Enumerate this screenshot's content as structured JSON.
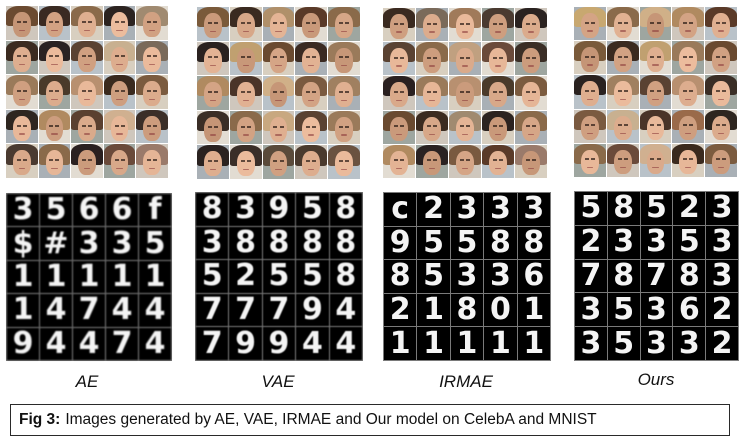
{
  "figure": {
    "panels": [
      {
        "label": "AE",
        "faces": [
          "#6b4a30",
          "#3a2a22",
          "#8a6a4a",
          "#2c2320",
          "#a08a70",
          "#3b2b20",
          "#2a2222",
          "#5a4232",
          "#c8b090",
          "#7a6a5a",
          "#9a7a5a",
          "#4a3a2a",
          "#b89070",
          "#3a2a1e",
          "#7b5b3f",
          "#2e2620",
          "#b08a60",
          "#5a4030",
          "#d0b090",
          "#3a2e28",
          "#4a3a30",
          "#8a6a4a",
          "#2a2020",
          "#6a4a3a",
          "#9a7a6a"
        ],
        "digits": [
          "3",
          "5",
          "6",
          "6",
          "f",
          "$",
          "#",
          "3",
          "3",
          "5",
          "1",
          "1",
          "1",
          "1",
          "1",
          "1",
          "4",
          "7",
          "4",
          "4",
          "9",
          "4",
          "4",
          "7",
          "4"
        ]
      },
      {
        "label": "VAE",
        "faces": [
          "#7a5a3a",
          "#3a2a20",
          "#b0906a",
          "#5a3a28",
          "#8a6a4a",
          "#2a2220",
          "#c0a070",
          "#6a4a30",
          "#3a2a22",
          "#9a7a5a",
          "#b08a60",
          "#4a3428",
          "#d0b088",
          "#7a5a40",
          "#a08060",
          "#3a2e26",
          "#8a6a4a",
          "#c8a880",
          "#5a4232",
          "#9a7a5a",
          "#2a2220",
          "#3a2e28",
          "#5a4a3a",
          "#4a3a2e",
          "#6a5240"
        ],
        "digits": [
          "8",
          "3",
          "9",
          "5",
          "8",
          "3",
          "8",
          "8",
          "8",
          "8",
          "5",
          "2",
          "5",
          "5",
          "8",
          "7",
          "7",
          "7",
          "9",
          "4",
          "7",
          "9",
          "9",
          "4",
          "4"
        ]
      },
      {
        "label": "IRMAE",
        "faces": [
          "#3a2a20",
          "#7a6a5a",
          "#a07a5a",
          "#4a3a30",
          "#2a2220",
          "#5a4232",
          "#8a6a4a",
          "#c0a080",
          "#6a4a3a",
          "#3a2e26",
          "#2a2020",
          "#9a7a5a",
          "#b89070",
          "#4a3a2a",
          "#7b5b3f",
          "#6a4a30",
          "#3b2b20",
          "#a08a70",
          "#2c2320",
          "#8a6a4a",
          "#b08a60",
          "#2a2222",
          "#7a5a40",
          "#5a3a28",
          "#9a7a6a"
        ],
        "digits": [
          "c",
          "2",
          "3",
          "3",
          "3",
          "9",
          "5",
          "5",
          "8",
          "8",
          "8",
          "5",
          "3",
          "3",
          "6",
          "2",
          "1",
          "8",
          "0",
          "1",
          "1",
          "1",
          "1",
          "1",
          "1"
        ]
      },
      {
        "label": "Ours",
        "faces": [
          "#c8a870",
          "#8a6a4a",
          "#d0b088",
          "#b08a60",
          "#5a3a28",
          "#7a5a3a",
          "#3a2a20",
          "#c0a070",
          "#9a7a5a",
          "#6a4a30",
          "#2a2220",
          "#a08060",
          "#5a4232",
          "#b89070",
          "#3a2e26",
          "#7a5a40",
          "#c8b090",
          "#4a3428",
          "#9a6a4a",
          "#2e2620",
          "#8a6a4a",
          "#6a4a3a",
          "#d0b090",
          "#3a2a1e",
          "#7b5b3f"
        ],
        "digits": [
          "5",
          "8",
          "5",
          "2",
          "3",
          "2",
          "3",
          "3",
          "5",
          "3",
          "7",
          "8",
          "7",
          "8",
          "3",
          "3",
          "5",
          "3",
          "6",
          "2",
          "3",
          "5",
          "3",
          "3",
          "2"
        ]
      }
    ],
    "caption": {
      "prefix": "Fig 3:",
      "text": "Images generated by AE, VAE, IRMAE and Our model on CelebA and MNIST"
    }
  }
}
